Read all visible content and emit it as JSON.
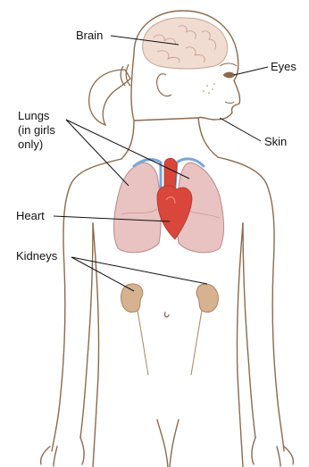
{
  "labels": {
    "brain": "Brain",
    "eyes": "Eyes",
    "lungs_line1": "Lungs",
    "lungs_line2": "(in girls",
    "lungs_line3": "only)",
    "skin": "Skin",
    "heart": "Heart",
    "kidneys": "Kidneys"
  },
  "colors": {
    "outline": "#8a6a4e",
    "skin_fill": "#ffffff",
    "brain": "#f1dcd2",
    "lung": "#e8c3c1",
    "lung_edge": "#b98988",
    "heart": "#d9463b",
    "vessel_blue": "#7aa6d6",
    "kidney": "#d6b290",
    "leader": "#111111"
  }
}
